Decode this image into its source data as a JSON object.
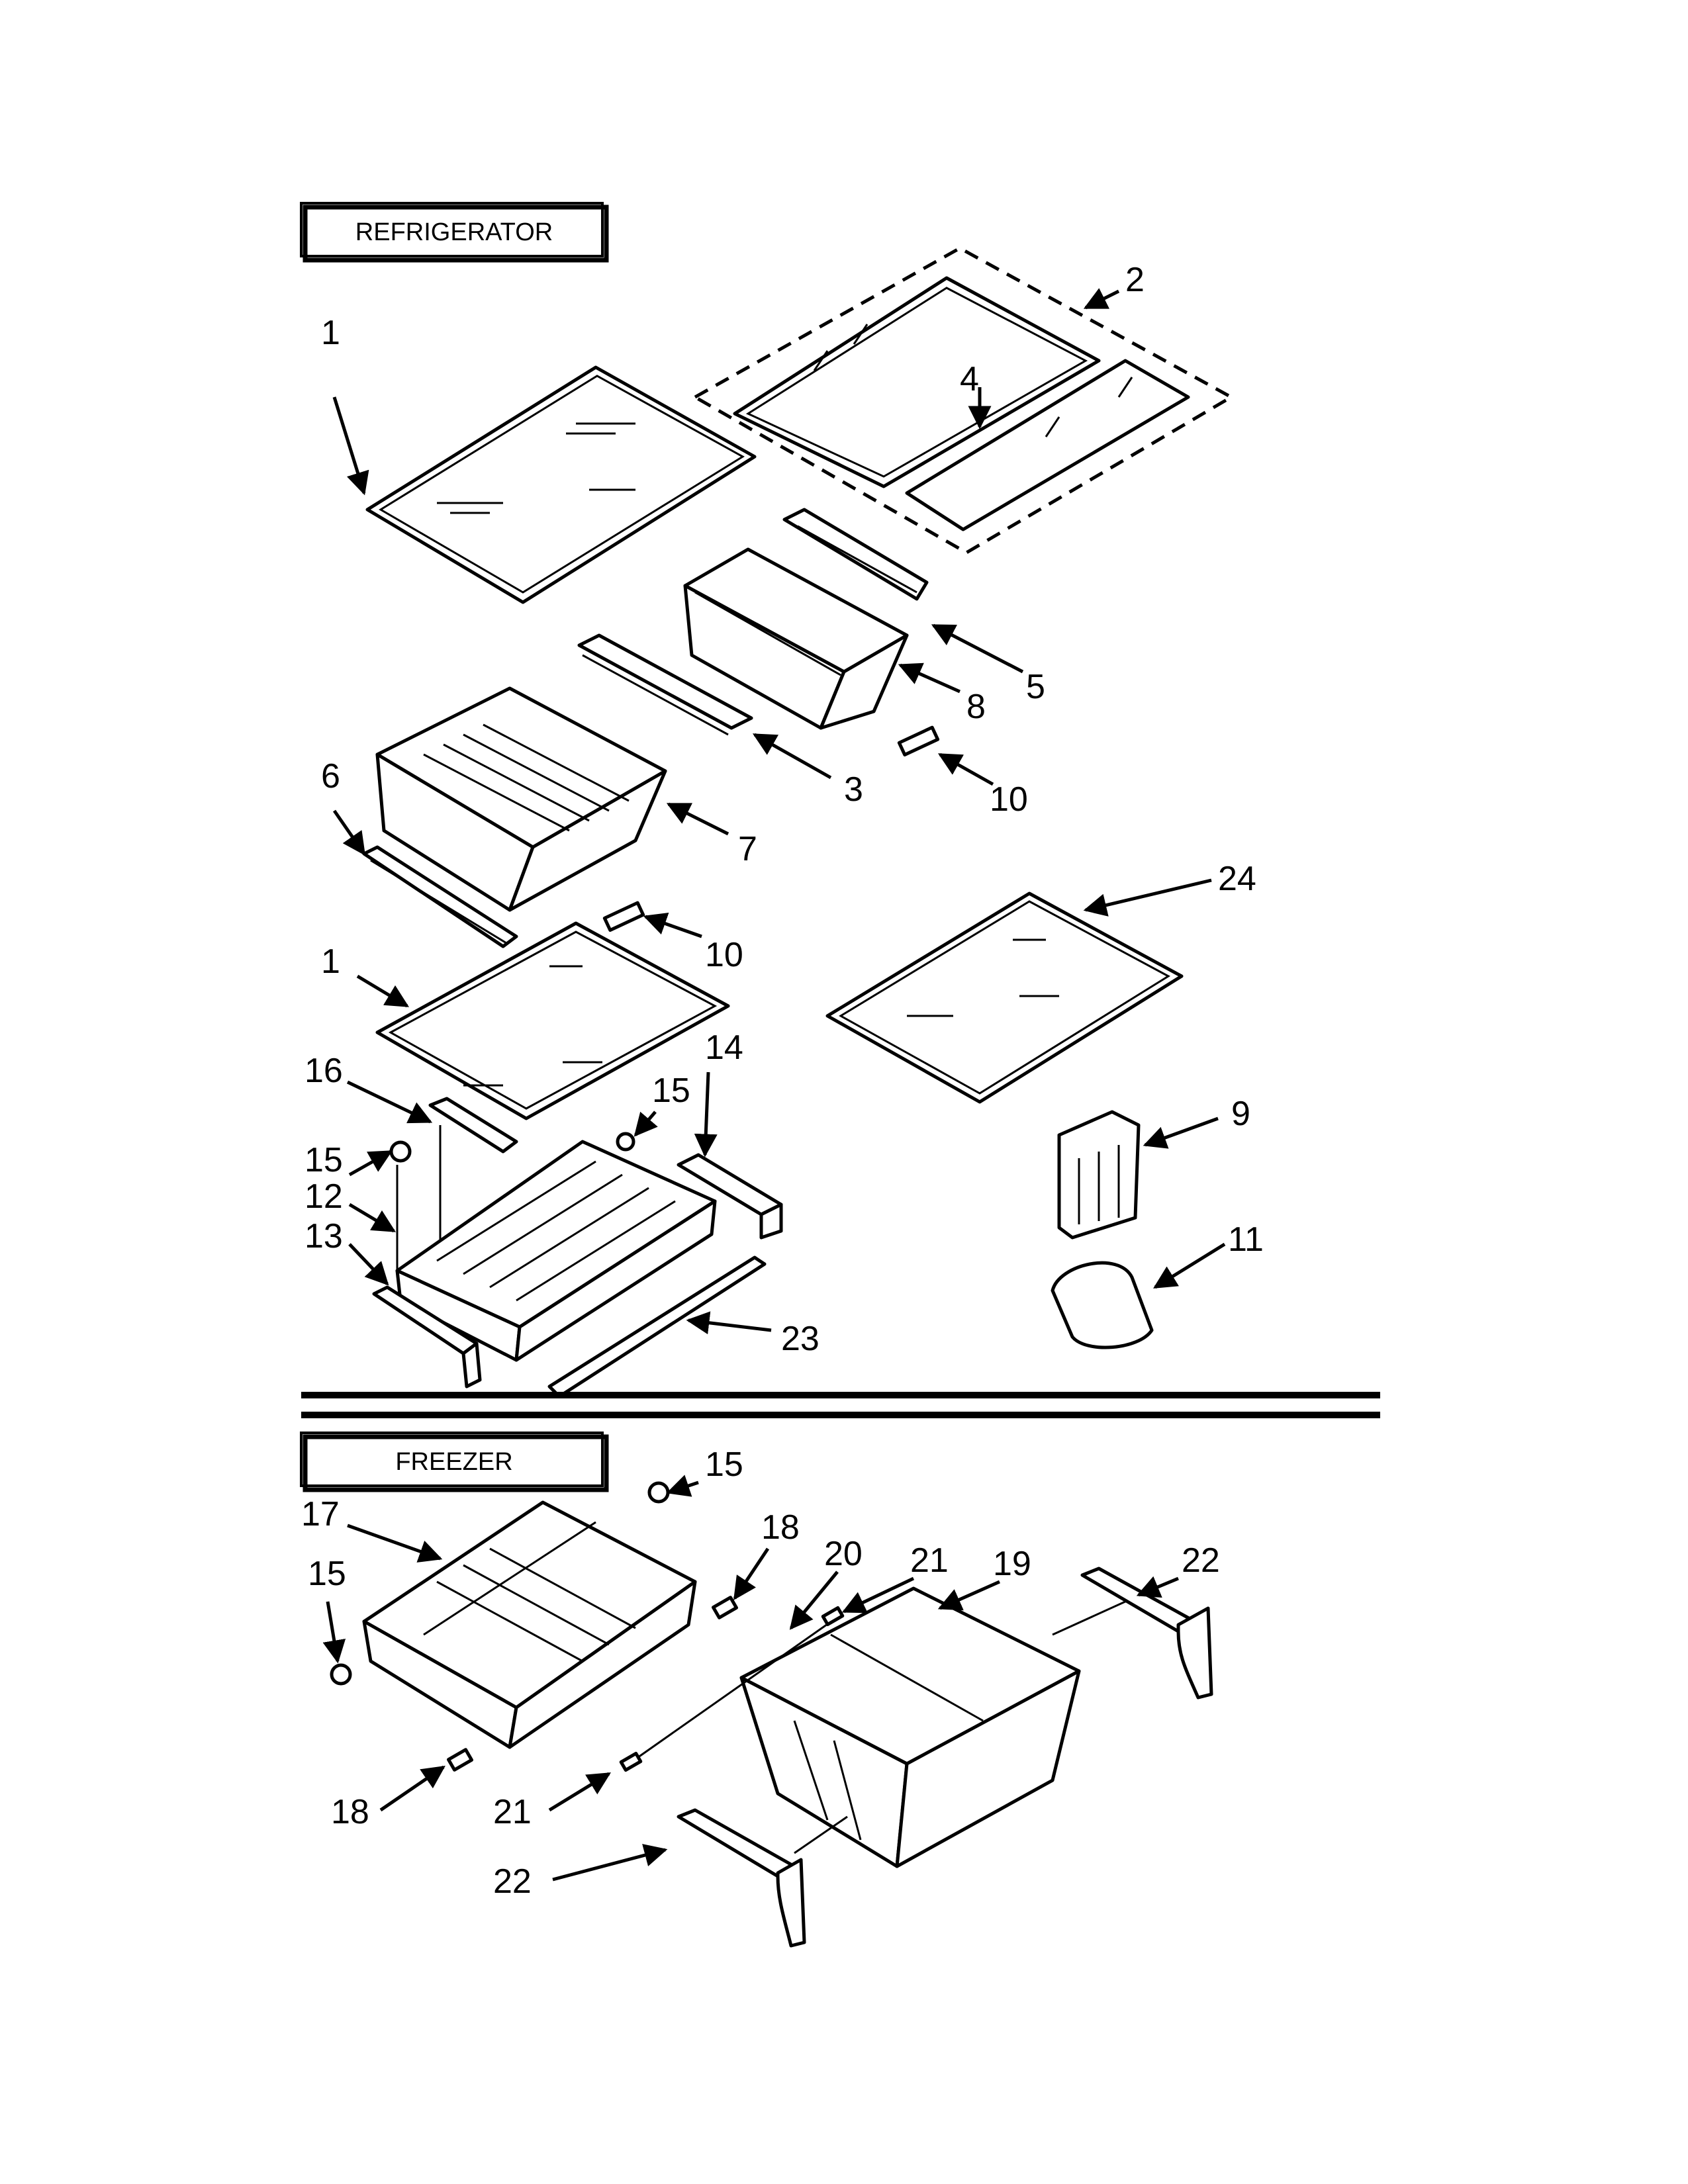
{
  "sections": {
    "refrigerator_label": "REFRIGERATOR",
    "freezer_label": "FREEZER"
  },
  "callouts": {
    "c1a": "1",
    "c2": "2",
    "c4": "4",
    "c5": "5",
    "c8": "8",
    "c3": "3",
    "c10a": "10",
    "c6": "6",
    "c7": "7",
    "c10b": "10",
    "c24": "24",
    "c1b": "1",
    "c16": "16",
    "c15a": "15",
    "c14": "14",
    "c15b": "15",
    "c12": "12",
    "c13": "13",
    "c9": "9",
    "c11": "11",
    "c23": "23",
    "c15c": "15",
    "c17": "17",
    "c18a": "18",
    "c20": "20",
    "c21a": "21",
    "c19": "19",
    "c22a": "22",
    "c15d": "15",
    "c18b": "18",
    "c21b": "21",
    "c22b": "22"
  }
}
